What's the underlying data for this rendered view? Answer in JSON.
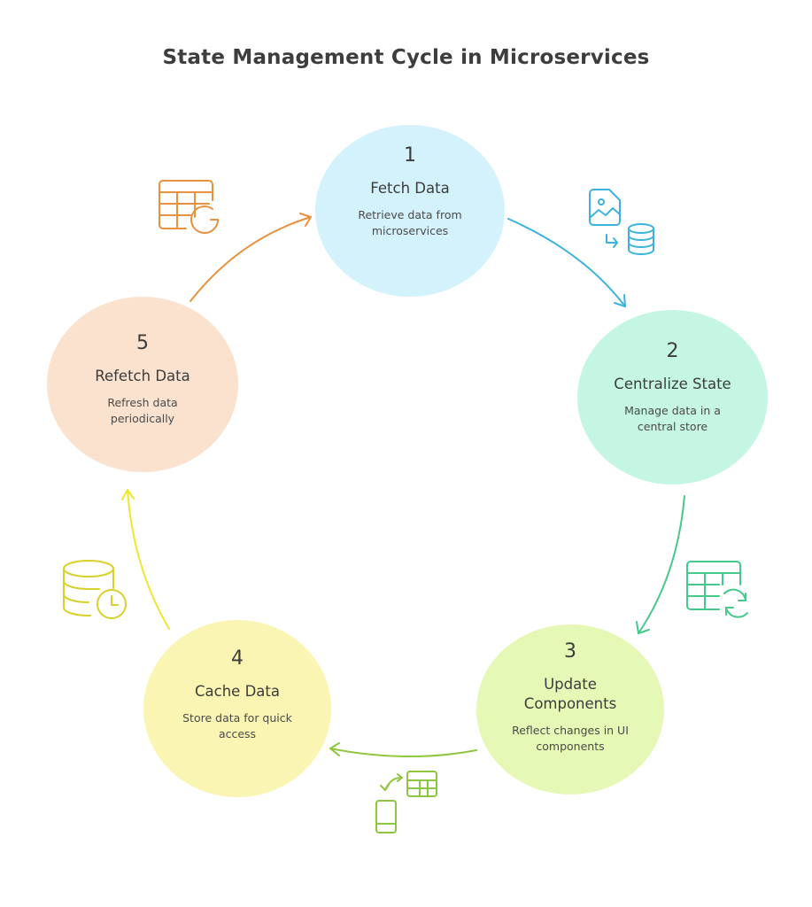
{
  "title": "State Management Cycle in Microservices",
  "steps": [
    {
      "number": "1",
      "name": "Fetch Data",
      "description": "Retrieve data from microservices",
      "color": "#d3f2fb",
      "accent": "#3bb3dd",
      "icon": "image-to-database-icon"
    },
    {
      "number": "2",
      "name": "Centralize State",
      "description": "Manage data in a central store",
      "color": "#c5f6e3",
      "accent": "#45c98a",
      "icon": "table-sync-icon"
    },
    {
      "number": "3",
      "name": "Update Components",
      "description": "Reflect changes in UI components",
      "color": "#e5f8b6",
      "accent": "#8ec63f",
      "icon": "mobile-table-swap-icon"
    },
    {
      "number": "4",
      "name": "Cache Data",
      "description": "Store data for quick access",
      "color": "#fbf5b3",
      "accent": "#e6e033",
      "icon": "database-clock-icon"
    },
    {
      "number": "5",
      "name": "Refetch Data",
      "description": "Refresh data periodically",
      "color": "#fbe2cf",
      "accent": "#e8913e",
      "icon": "table-refresh-icon"
    }
  ]
}
